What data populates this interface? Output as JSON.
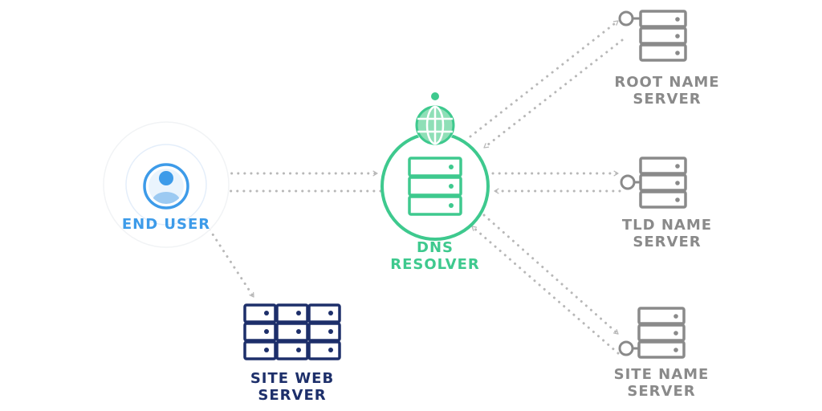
{
  "nodes": {
    "end_user": {
      "label": "END USER"
    },
    "dns_resolver": {
      "line1": "DNS",
      "line2": "RESOLVER"
    },
    "root_server": {
      "line1": "ROOT NAME",
      "line2": "SERVER"
    },
    "tld_server": {
      "line1": "TLD NAME",
      "line2": "SERVER"
    },
    "site_name_server": {
      "line1": "SITE NAME",
      "line2": "SERVER"
    },
    "site_web_server": {
      "line1": "SITE WEB",
      "line2": "SERVER"
    }
  },
  "colors": {
    "end_user": "#3d9be9",
    "resolver": "#3ec98e",
    "name_servers": "#8a8a8a",
    "web_server": "#1d2f6a",
    "arrows": "#b8b8b8"
  }
}
